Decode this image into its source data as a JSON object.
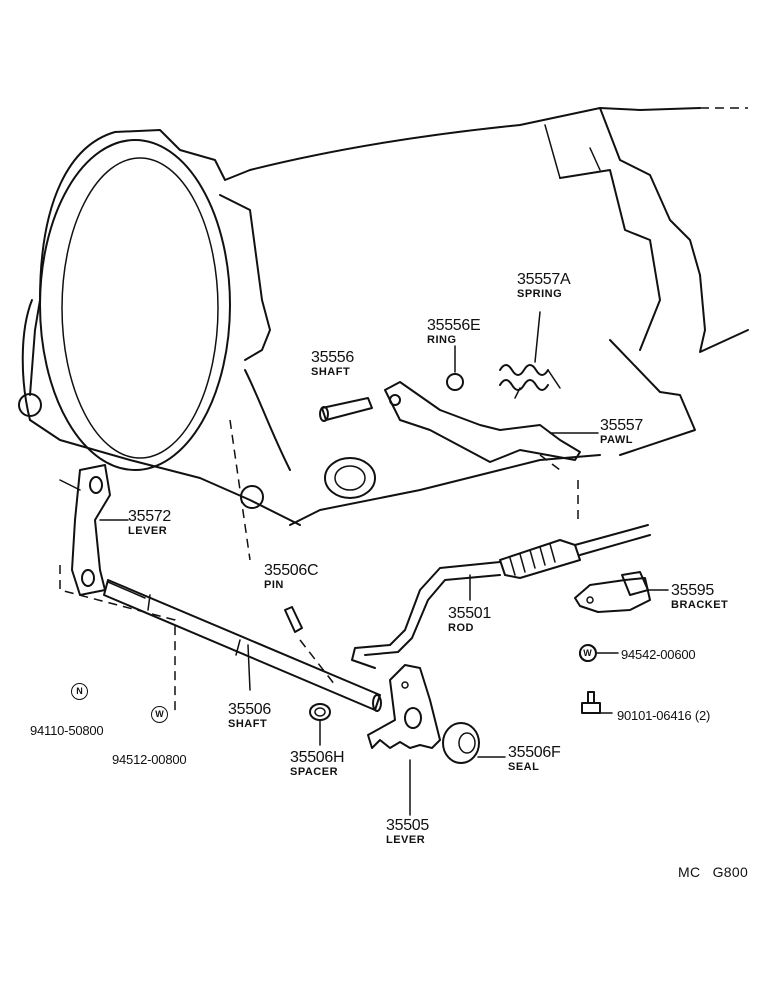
{
  "parts": {
    "p35557a": {
      "number": "35557A",
      "name": "SPRING"
    },
    "p35556e": {
      "number": "35556E",
      "name": "RING"
    },
    "p35556": {
      "number": "35556",
      "name": "SHAFT"
    },
    "p35557": {
      "number": "35557",
      "name": "PAWL"
    },
    "p35572": {
      "number": "35572",
      "name": "LEVER"
    },
    "p35506c": {
      "number": "35506C",
      "name": "PIN"
    },
    "p35595": {
      "number": "35595",
      "name": "BRACKET"
    },
    "p35501": {
      "number": "35501",
      "name": "ROD"
    },
    "p35506": {
      "number": "35506",
      "name": "SHAFT"
    },
    "p35506h": {
      "number": "35506H",
      "name": "SPACER"
    },
    "p35506f": {
      "number": "35506F",
      "name": "SEAL"
    },
    "p35505": {
      "number": "35505",
      "name": "LEVER"
    }
  },
  "codes": {
    "c94542": "94542-00600",
    "c90101": "90101-06416 (2)",
    "c94110": "94110-50800",
    "c94512": "94512-00800"
  },
  "symbols": {
    "n": "N",
    "w1": "W",
    "w2": "W"
  },
  "footer": {
    "left": "MC",
    "right": "G800"
  }
}
